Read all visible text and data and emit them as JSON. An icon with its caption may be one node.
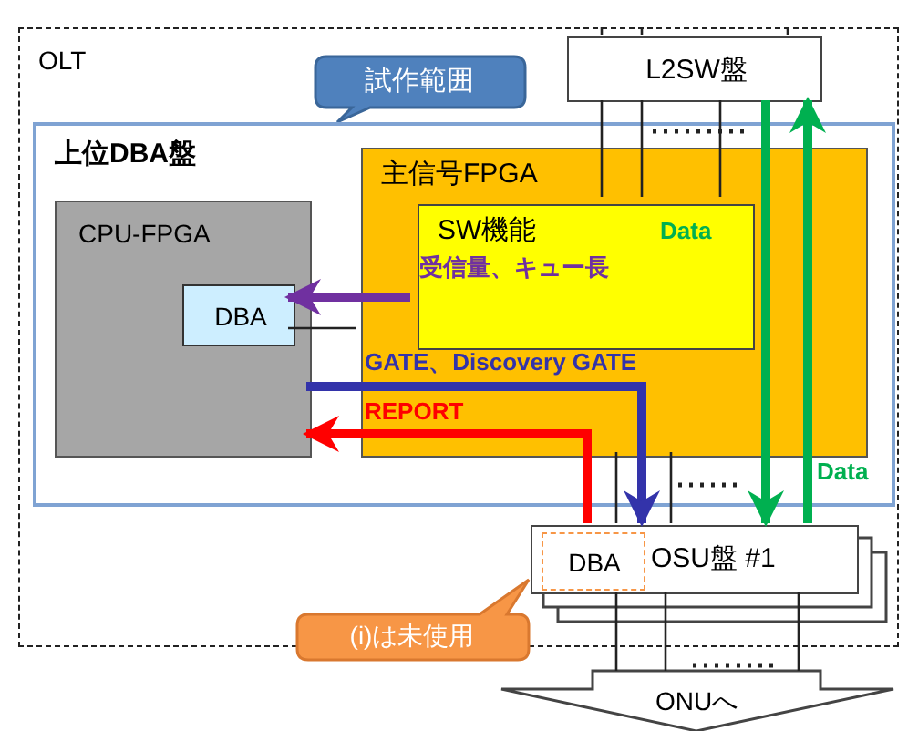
{
  "diagram": {
    "nodes": [
      {
        "text": [
          "OLT"
        ]
      },
      {
        "text": [
          "試作範囲"
        ],
        "in": 0
      },
      {
        "text": [
          "上位DBA盤"
        ],
        "in": 0
      },
      {
        "text": [
          "CPU-FPGA"
        ],
        "in": 2
      },
      {
        "text": [
          "DBA"
        ],
        "in": 3
      },
      {
        "text": [
          "主信号FPGA"
        ],
        "in": 2
      },
      {
        "text": [
          "SW機能"
        ],
        "in": 5
      },
      {
        "text": [
          "L2SW盤"
        ],
        "in": 0
      },
      {
        "text": [
          "OSU盤 #1"
        ],
        "in": 0
      },
      {
        "text": [
          "DBA"
        ],
        "in": 8
      },
      {
        "text": [
          "(i)は未使用"
        ]
      },
      {
        "text": [
          "ONUへ"
        ]
      }
    ],
    "edges": [
      {
        "from": 6,
        "to": 4,
        "arrow": "to",
        "label": "受信量、キュー長",
        "style": "thick",
        "color": "#7030a0"
      },
      {
        "from": 3,
        "to": 8,
        "arrow": "to",
        "label": "GATE、Discovery GATE",
        "style": "thick",
        "color": "#3333aa"
      },
      {
        "from": 8,
        "to": 3,
        "arrow": "to",
        "label": "REPORT",
        "style": "thick",
        "color": "#ff0000"
      },
      {
        "from": 7,
        "to": 8,
        "arrow": "to",
        "label": "Data",
        "style": "thick",
        "color": "#00b050"
      },
      {
        "from": 8,
        "to": 7,
        "arrow": "to",
        "label": "Data",
        "style": "thick",
        "color": "#00b050"
      },
      {
        "from": 7,
        "to": 0,
        "arrow": "none"
      },
      {
        "from": 7,
        "to": 0,
        "arrow": "none"
      },
      {
        "from": 7,
        "to": 0,
        "arrow": "none"
      },
      {
        "from": 7,
        "to": 6,
        "arrow": "none"
      },
      {
        "from": 7,
        "to": 6,
        "arrow": "none"
      },
      {
        "from": 7,
        "to": 6,
        "arrow": "none"
      },
      {
        "from": 8,
        "to": 5,
        "arrow": "none"
      },
      {
        "from": 8,
        "to": 5,
        "arrow": "none"
      },
      {
        "from": 8,
        "to": 11,
        "arrow": "none"
      },
      {
        "from": 8,
        "to": 11,
        "arrow": "none"
      },
      {
        "from": 8,
        "to": 11,
        "arrow": "none"
      },
      {
        "from": 4,
        "to": 5,
        "arrow": "none"
      }
    ]
  }
}
